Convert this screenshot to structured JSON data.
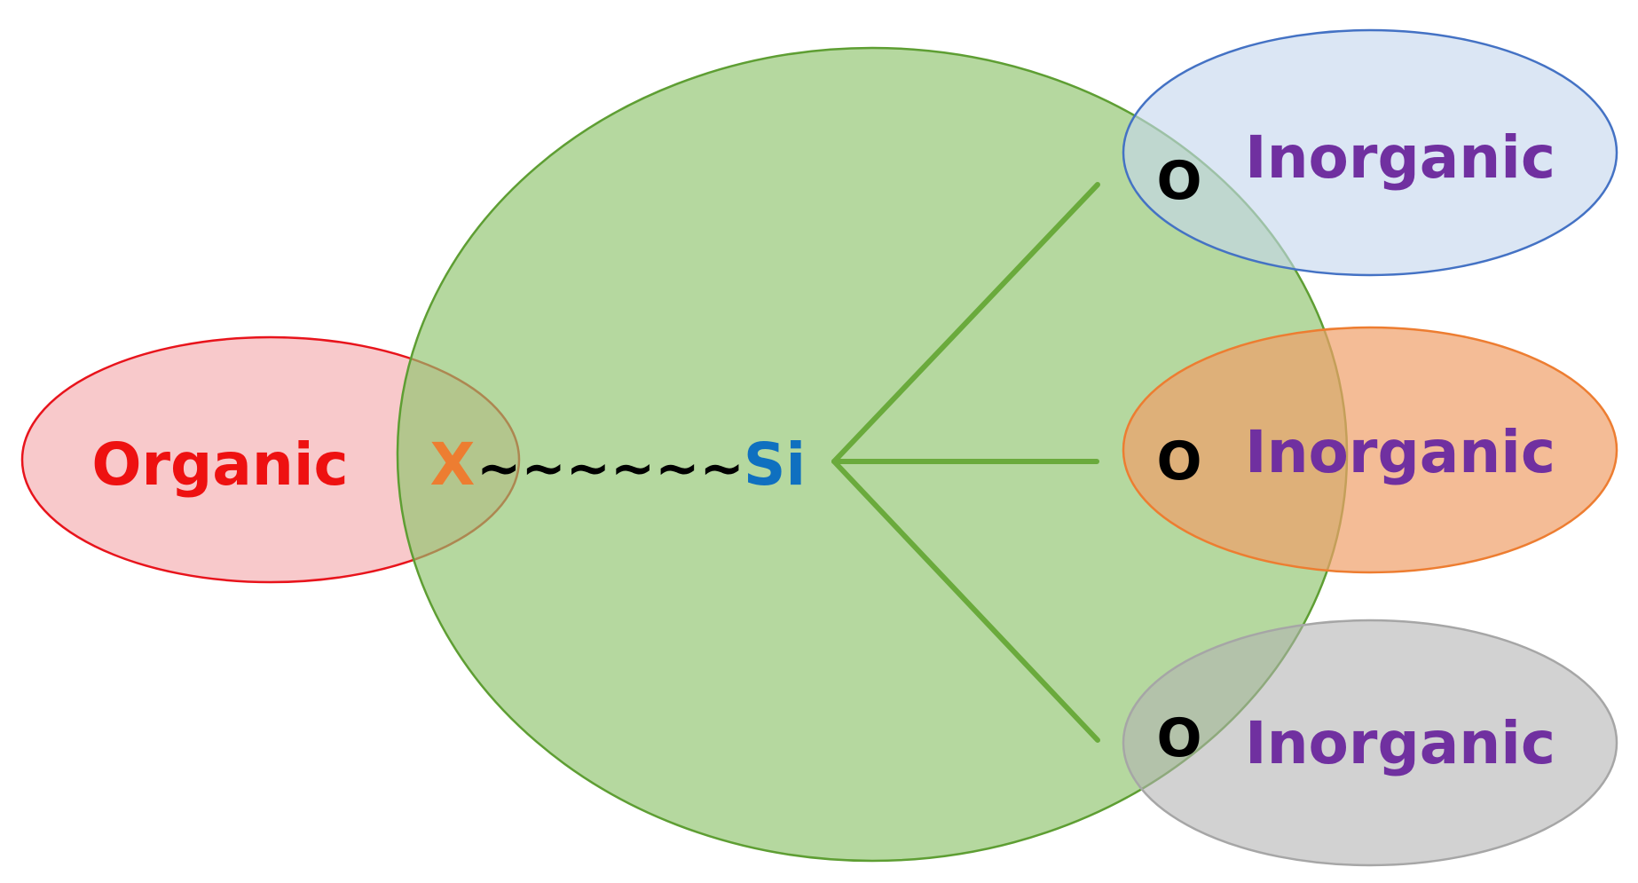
{
  "diagram": {
    "organic": {
      "label": "Organic",
      "text_color": "#ee1111",
      "fill": "#f4a5a8",
      "stroke": "#e8141c"
    },
    "center": {
      "fill": "#8fc46d",
      "stroke": "#5e9e33",
      "x_label": "X",
      "x_color": "#ed7d31",
      "linker": "~~~~~~",
      "linker_color": "#000000",
      "si_label": "Si",
      "si_color": "#0f70c0",
      "bond_color": "#6aaa3c"
    },
    "inorganics": [
      {
        "o_label": "O",
        "label": "Inorganic",
        "fill": "#c5d6ee",
        "stroke": "#4472c4"
      },
      {
        "o_label": "O",
        "label": "Inorganic",
        "fill": "#f0a06a",
        "stroke": "#ed7d31"
      },
      {
        "o_label": "O",
        "label": "Inorganic",
        "fill": "#b2b2b2",
        "stroke": "#a6a6a6"
      }
    ],
    "inorganic_text_color": "#7030a0",
    "o_text_color": "#000000"
  }
}
